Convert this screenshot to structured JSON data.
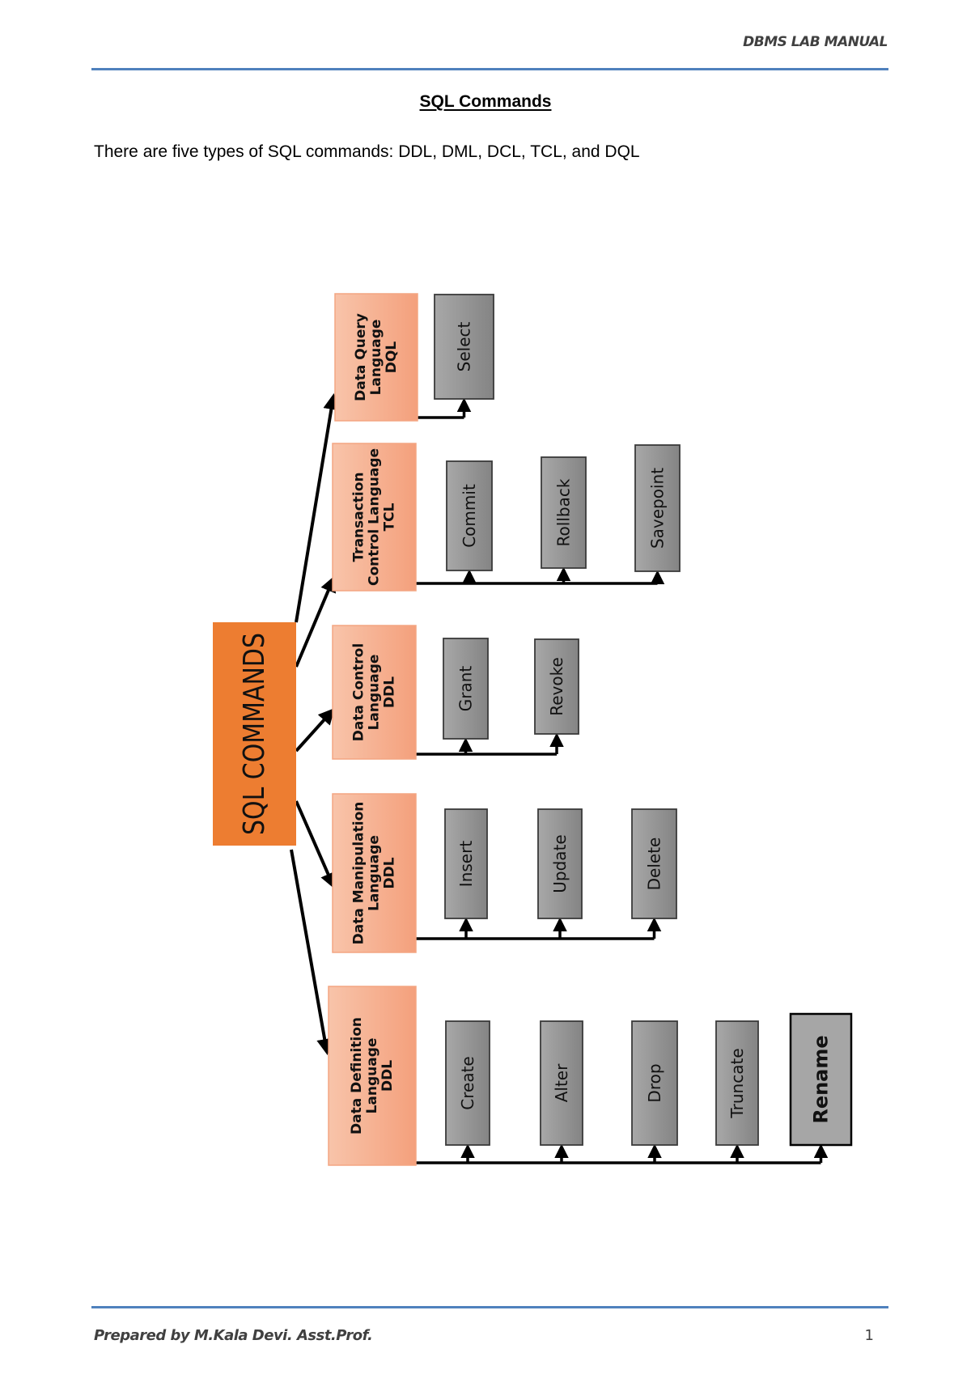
{
  "header": {
    "manual_title": "DBMS LAB MANUAL"
  },
  "page": {
    "title": "SQL Commands",
    "intro": "There are five types of SQL commands: DDL, DML, DCL, TCL, and DQL"
  },
  "diagram": {
    "root": {
      "label": "SQL COMMANDS"
    },
    "colors": {
      "root": "#ed7d31",
      "category": "#f4a582",
      "category_light": "#f8c0a4",
      "command": "#8c8c8c",
      "command_light": "#a6a6a6",
      "line": "#000000"
    },
    "categories": [
      {
        "id": "dql",
        "lines": [
          "Data Query",
          "Language",
          "DQL"
        ],
        "commands": [
          "Select"
        ]
      },
      {
        "id": "tcl",
        "lines": [
          "Transaction",
          "Control Language",
          "TCL"
        ],
        "commands": [
          "Commit",
          "Rollback",
          "Savepoint"
        ]
      },
      {
        "id": "dcl",
        "lines": [
          "Data Control",
          "Language",
          "DDL"
        ],
        "commands": [
          "Grant",
          "Revoke"
        ]
      },
      {
        "id": "dml",
        "lines": [
          "Data Manipulation",
          "Language",
          "DDL"
        ],
        "commands": [
          "Insert",
          "Update",
          "Delete"
        ]
      },
      {
        "id": "ddl",
        "lines": [
          "Data Definition",
          "Language",
          "DDL"
        ],
        "commands": [
          "Create",
          "Alter",
          "Drop",
          "Truncate",
          "Rename"
        ]
      }
    ]
  },
  "footer": {
    "prepared_by": "Prepared by M.Kala Devi.  Asst.Prof.",
    "page_number": "1"
  }
}
